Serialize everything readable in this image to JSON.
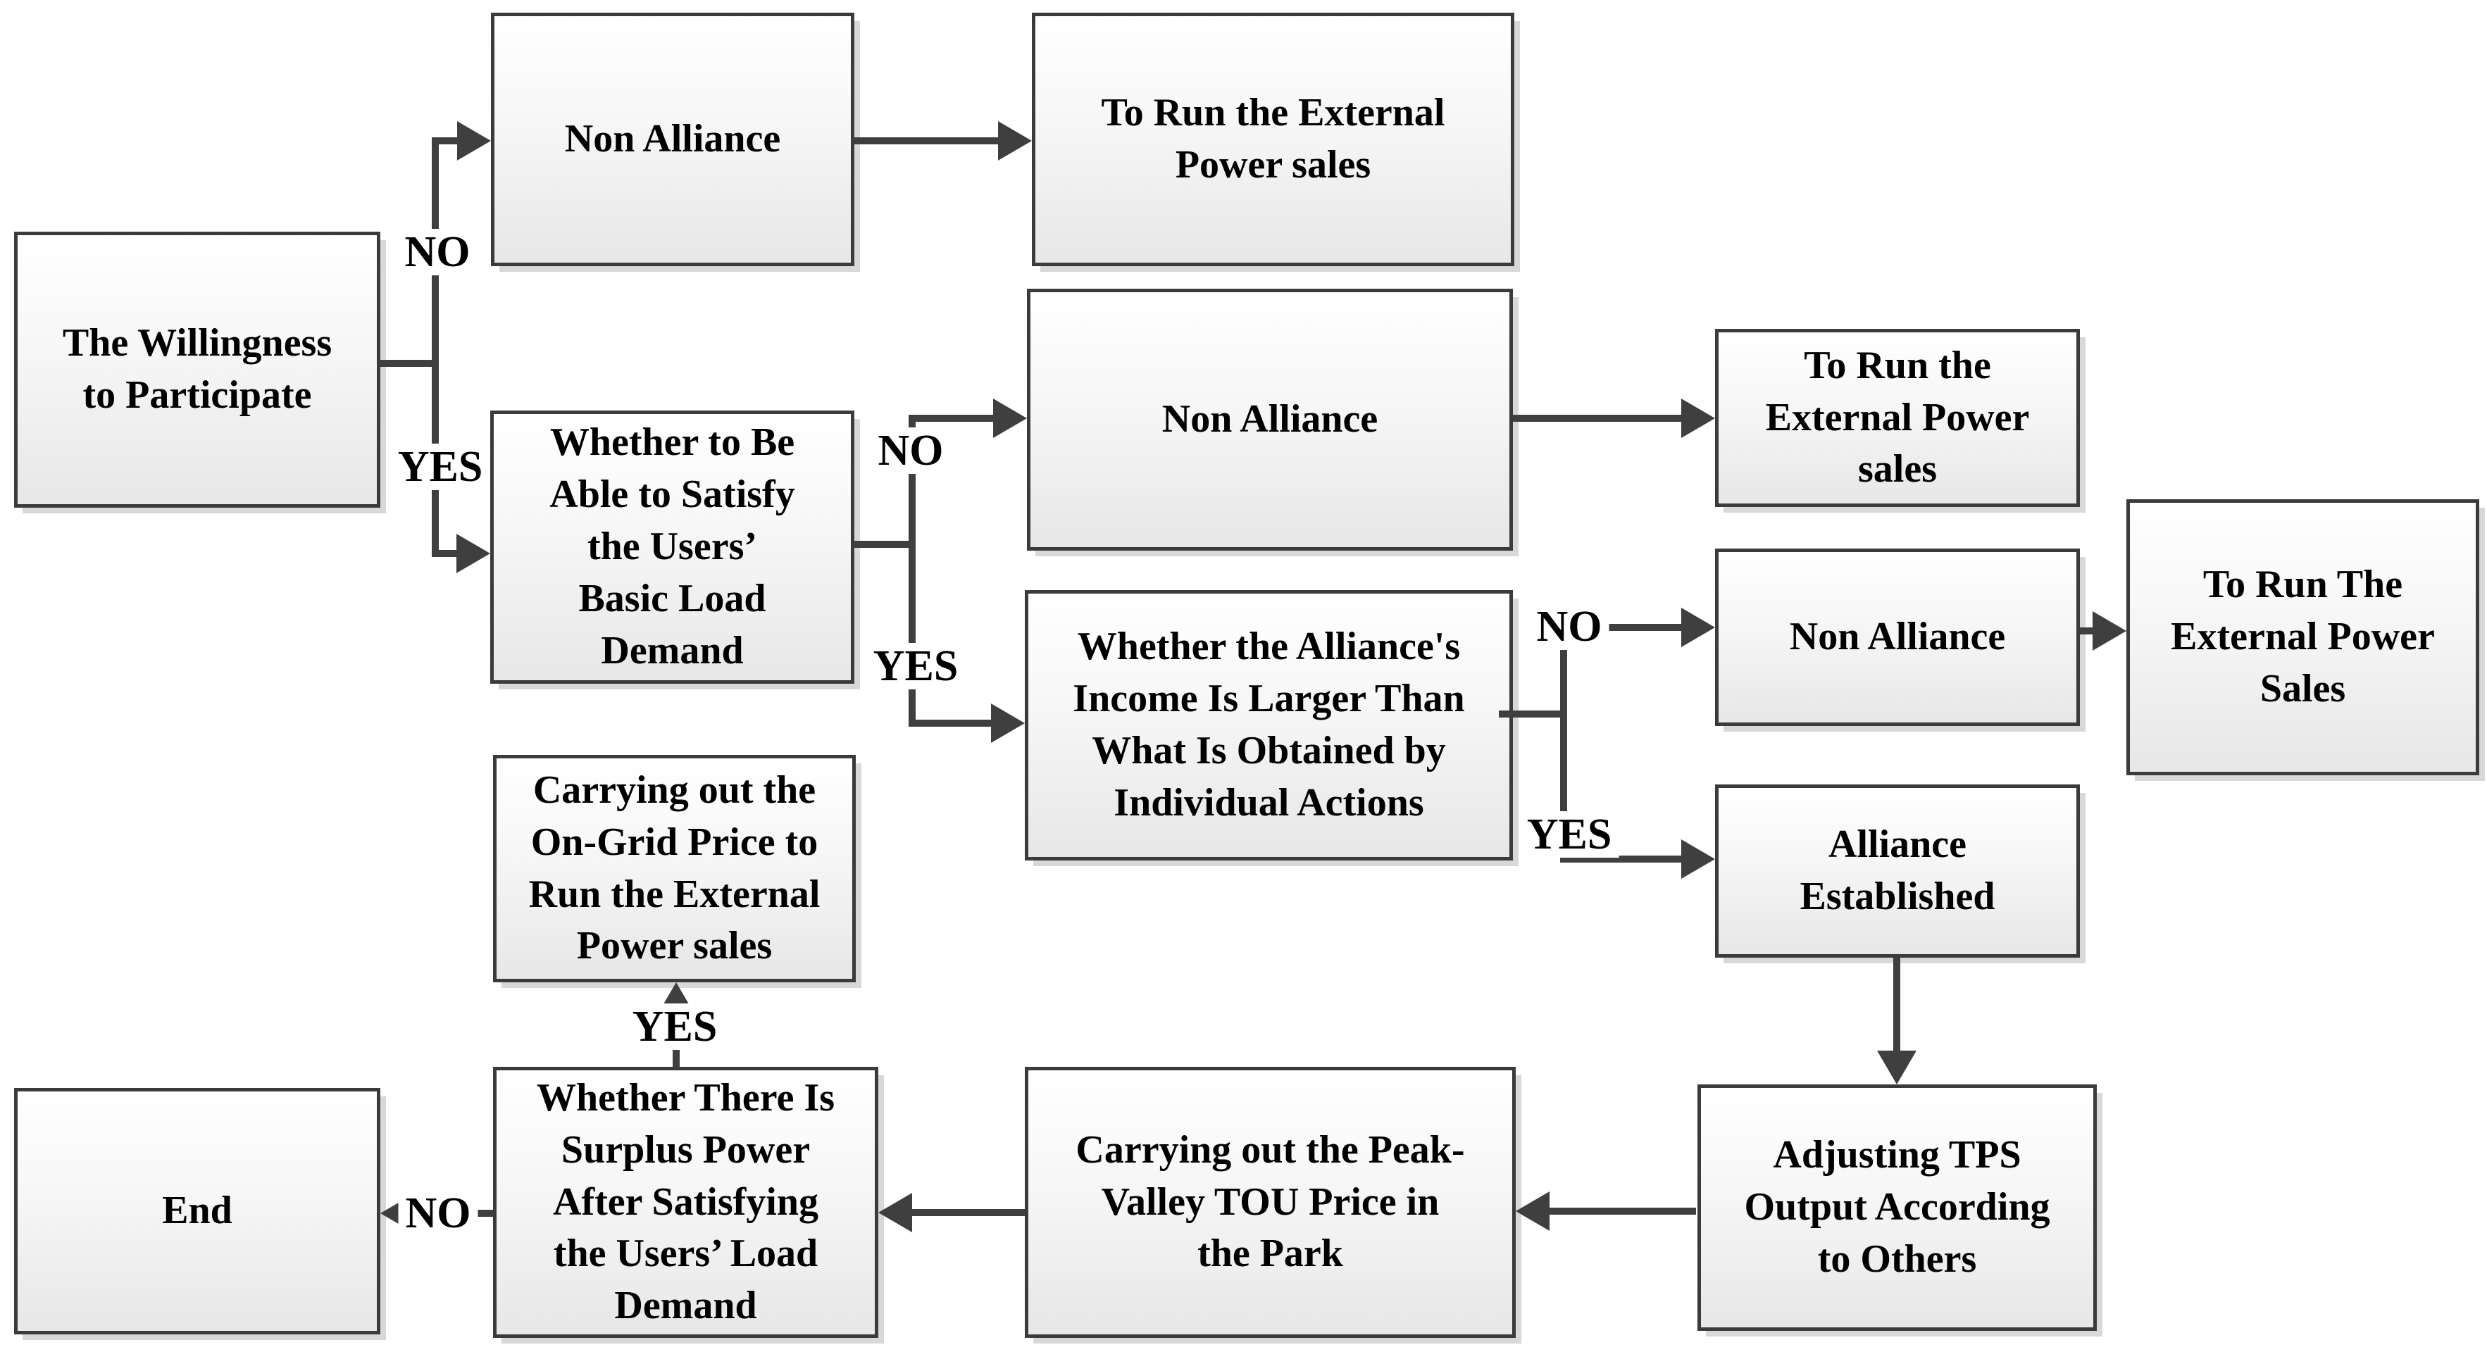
{
  "diagram": {
    "type": "flowchart",
    "colors": {
      "background": "#ffffff",
      "box_border": "#3b3b3b",
      "box_fill_top": "#ffffff",
      "box_fill_bottom": "#e7e7e7",
      "box_shadow": "#d8d8d8",
      "arrow": "#3f3f3f",
      "text": "#000000"
    },
    "nodes": {
      "willingness": {
        "label": "The Willingness\nto Participate"
      },
      "non_alliance_1": {
        "label": "Non Alliance"
      },
      "run_external_1": {
        "label": "To Run the External\nPower sales"
      },
      "satisfy_basic_load": {
        "label": "Whether to Be\nAble to Satisfy\nthe Users’\nBasic Load\nDemand"
      },
      "non_alliance_2": {
        "label": "Non Alliance"
      },
      "run_external_2": {
        "label": "To Run the\nExternal Power\nsales"
      },
      "alliance_income": {
        "label": "Whether the Alliance's\nIncome Is Larger Than\nWhat Is Obtained by\nIndividual Actions"
      },
      "non_alliance_3": {
        "label": "Non Alliance"
      },
      "run_external_3": {
        "label": "To Run The\nExternal Power\nSales"
      },
      "alliance_established": {
        "label": "Alliance\nEstablished"
      },
      "on_grid_price": {
        "label": "Carrying out the\nOn-Grid Price to\nRun the External\nPower sales"
      },
      "adjusting_tps": {
        "label": "Adjusting TPS\nOutput According\nto Others"
      },
      "peak_valley_tou": {
        "label": "Carrying out the Peak-\nValley TOU Price in\nthe Park"
      },
      "surplus_power": {
        "label": "Whether There Is\nSurplus Power\nAfter Satisfying\nthe Users’ Load\nDemand"
      },
      "end": {
        "label": "End"
      }
    },
    "edge_labels": {
      "willingness_no": "NO",
      "willingness_yes": "YES",
      "satisfy_no": "NO",
      "satisfy_yes": "YES",
      "income_no": "NO",
      "income_yes": "YES",
      "surplus_yes": "YES",
      "surplus_no": "NO"
    }
  }
}
